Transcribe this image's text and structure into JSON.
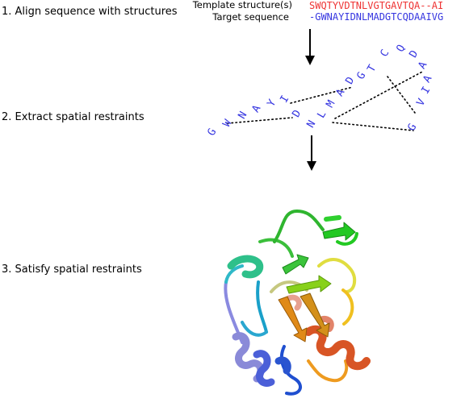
{
  "steps": [
    {
      "label": "1. Align sequence with structures"
    },
    {
      "label": "2. Extract spatial restraints"
    },
    {
      "label": "3. Satisfy spatial restraints"
    }
  ],
  "alignment": {
    "template_label": "Template structure(s)",
    "target_label": "Target sequence",
    "template_seq": "SWQTYVDTNLVGTGAVTQA--AI",
    "target_seq": "-GWNAYIDNLMADGTCQDAAIVG"
  },
  "residues": [
    "G",
    "W",
    "N",
    "A",
    "Y",
    "I",
    "D",
    "N",
    "L",
    "M",
    "A",
    "D",
    "G",
    "T",
    "C",
    "Q",
    "D",
    "A",
    "A",
    "I",
    "V",
    "G"
  ],
  "colors": {
    "template": "#ee3333",
    "target": "#3535e0",
    "arrow": "#000000",
    "restraint": "#000000"
  }
}
